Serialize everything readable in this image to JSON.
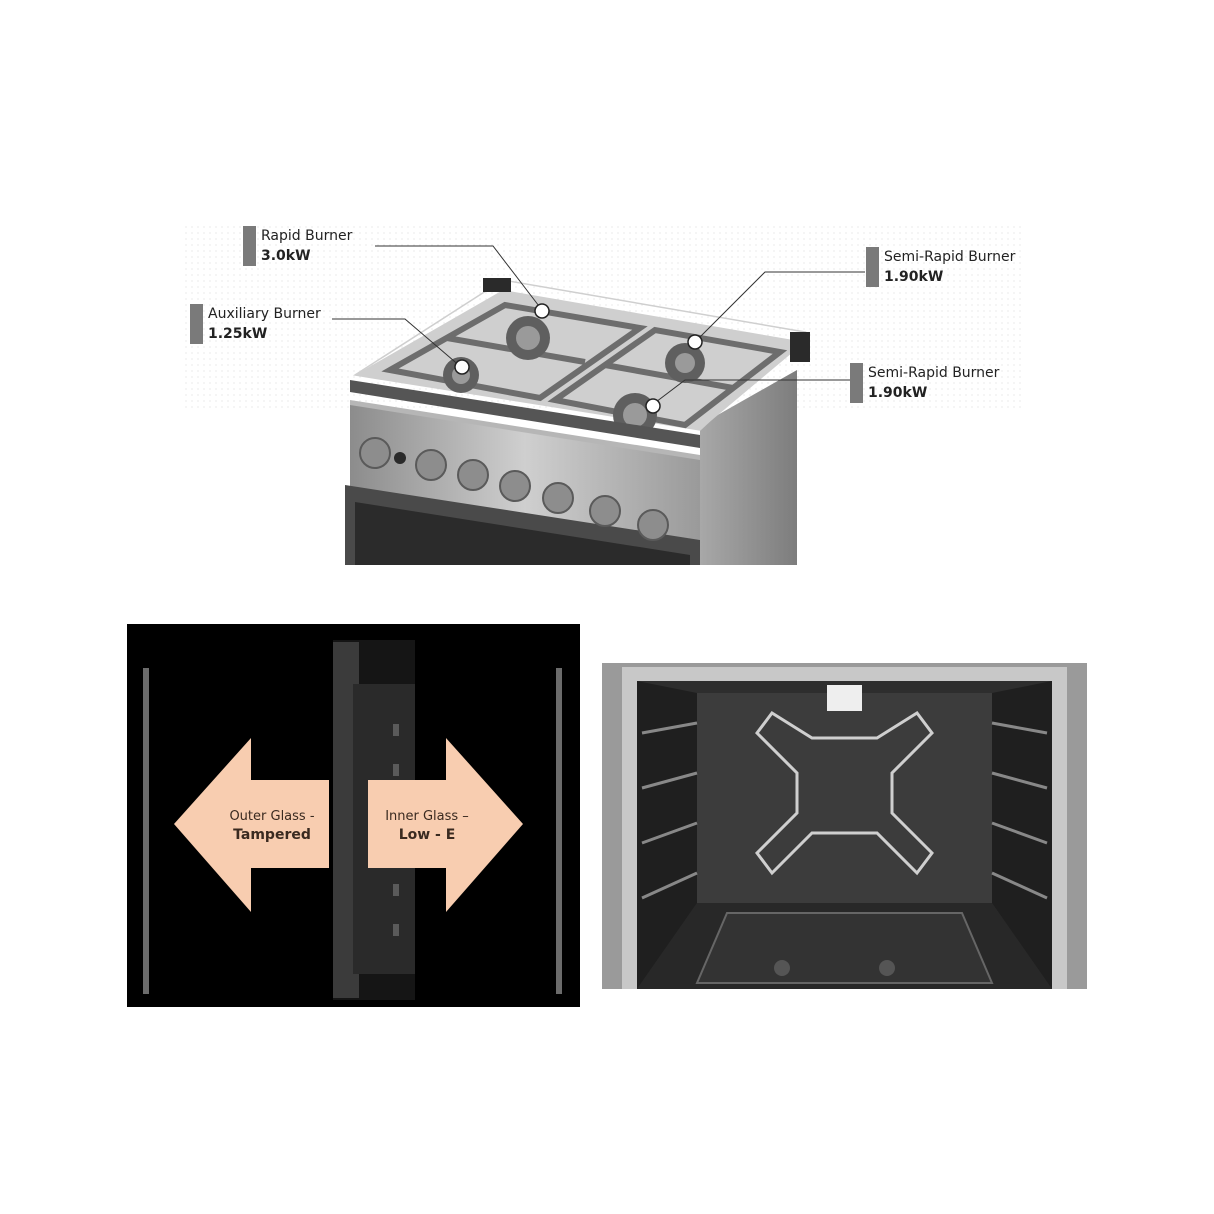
{
  "hob": {
    "callouts": [
      {
        "name": "Rapid Burner",
        "power": "3.0kW"
      },
      {
        "name": "Auxiliary Burner",
        "power": "1.25kW"
      },
      {
        "name": "Semi-Rapid Burner",
        "power": "1.90kW"
      },
      {
        "name": "Semi-Rapid Burner",
        "power": "1.90kW"
      }
    ]
  },
  "glass": {
    "outer": {
      "line1": "Outer Glass -",
      "line2": "Tampered"
    },
    "inner": {
      "line1": "Inner Glass –",
      "line2": "Low - E"
    },
    "arrow_color": "#f8cdb0"
  }
}
